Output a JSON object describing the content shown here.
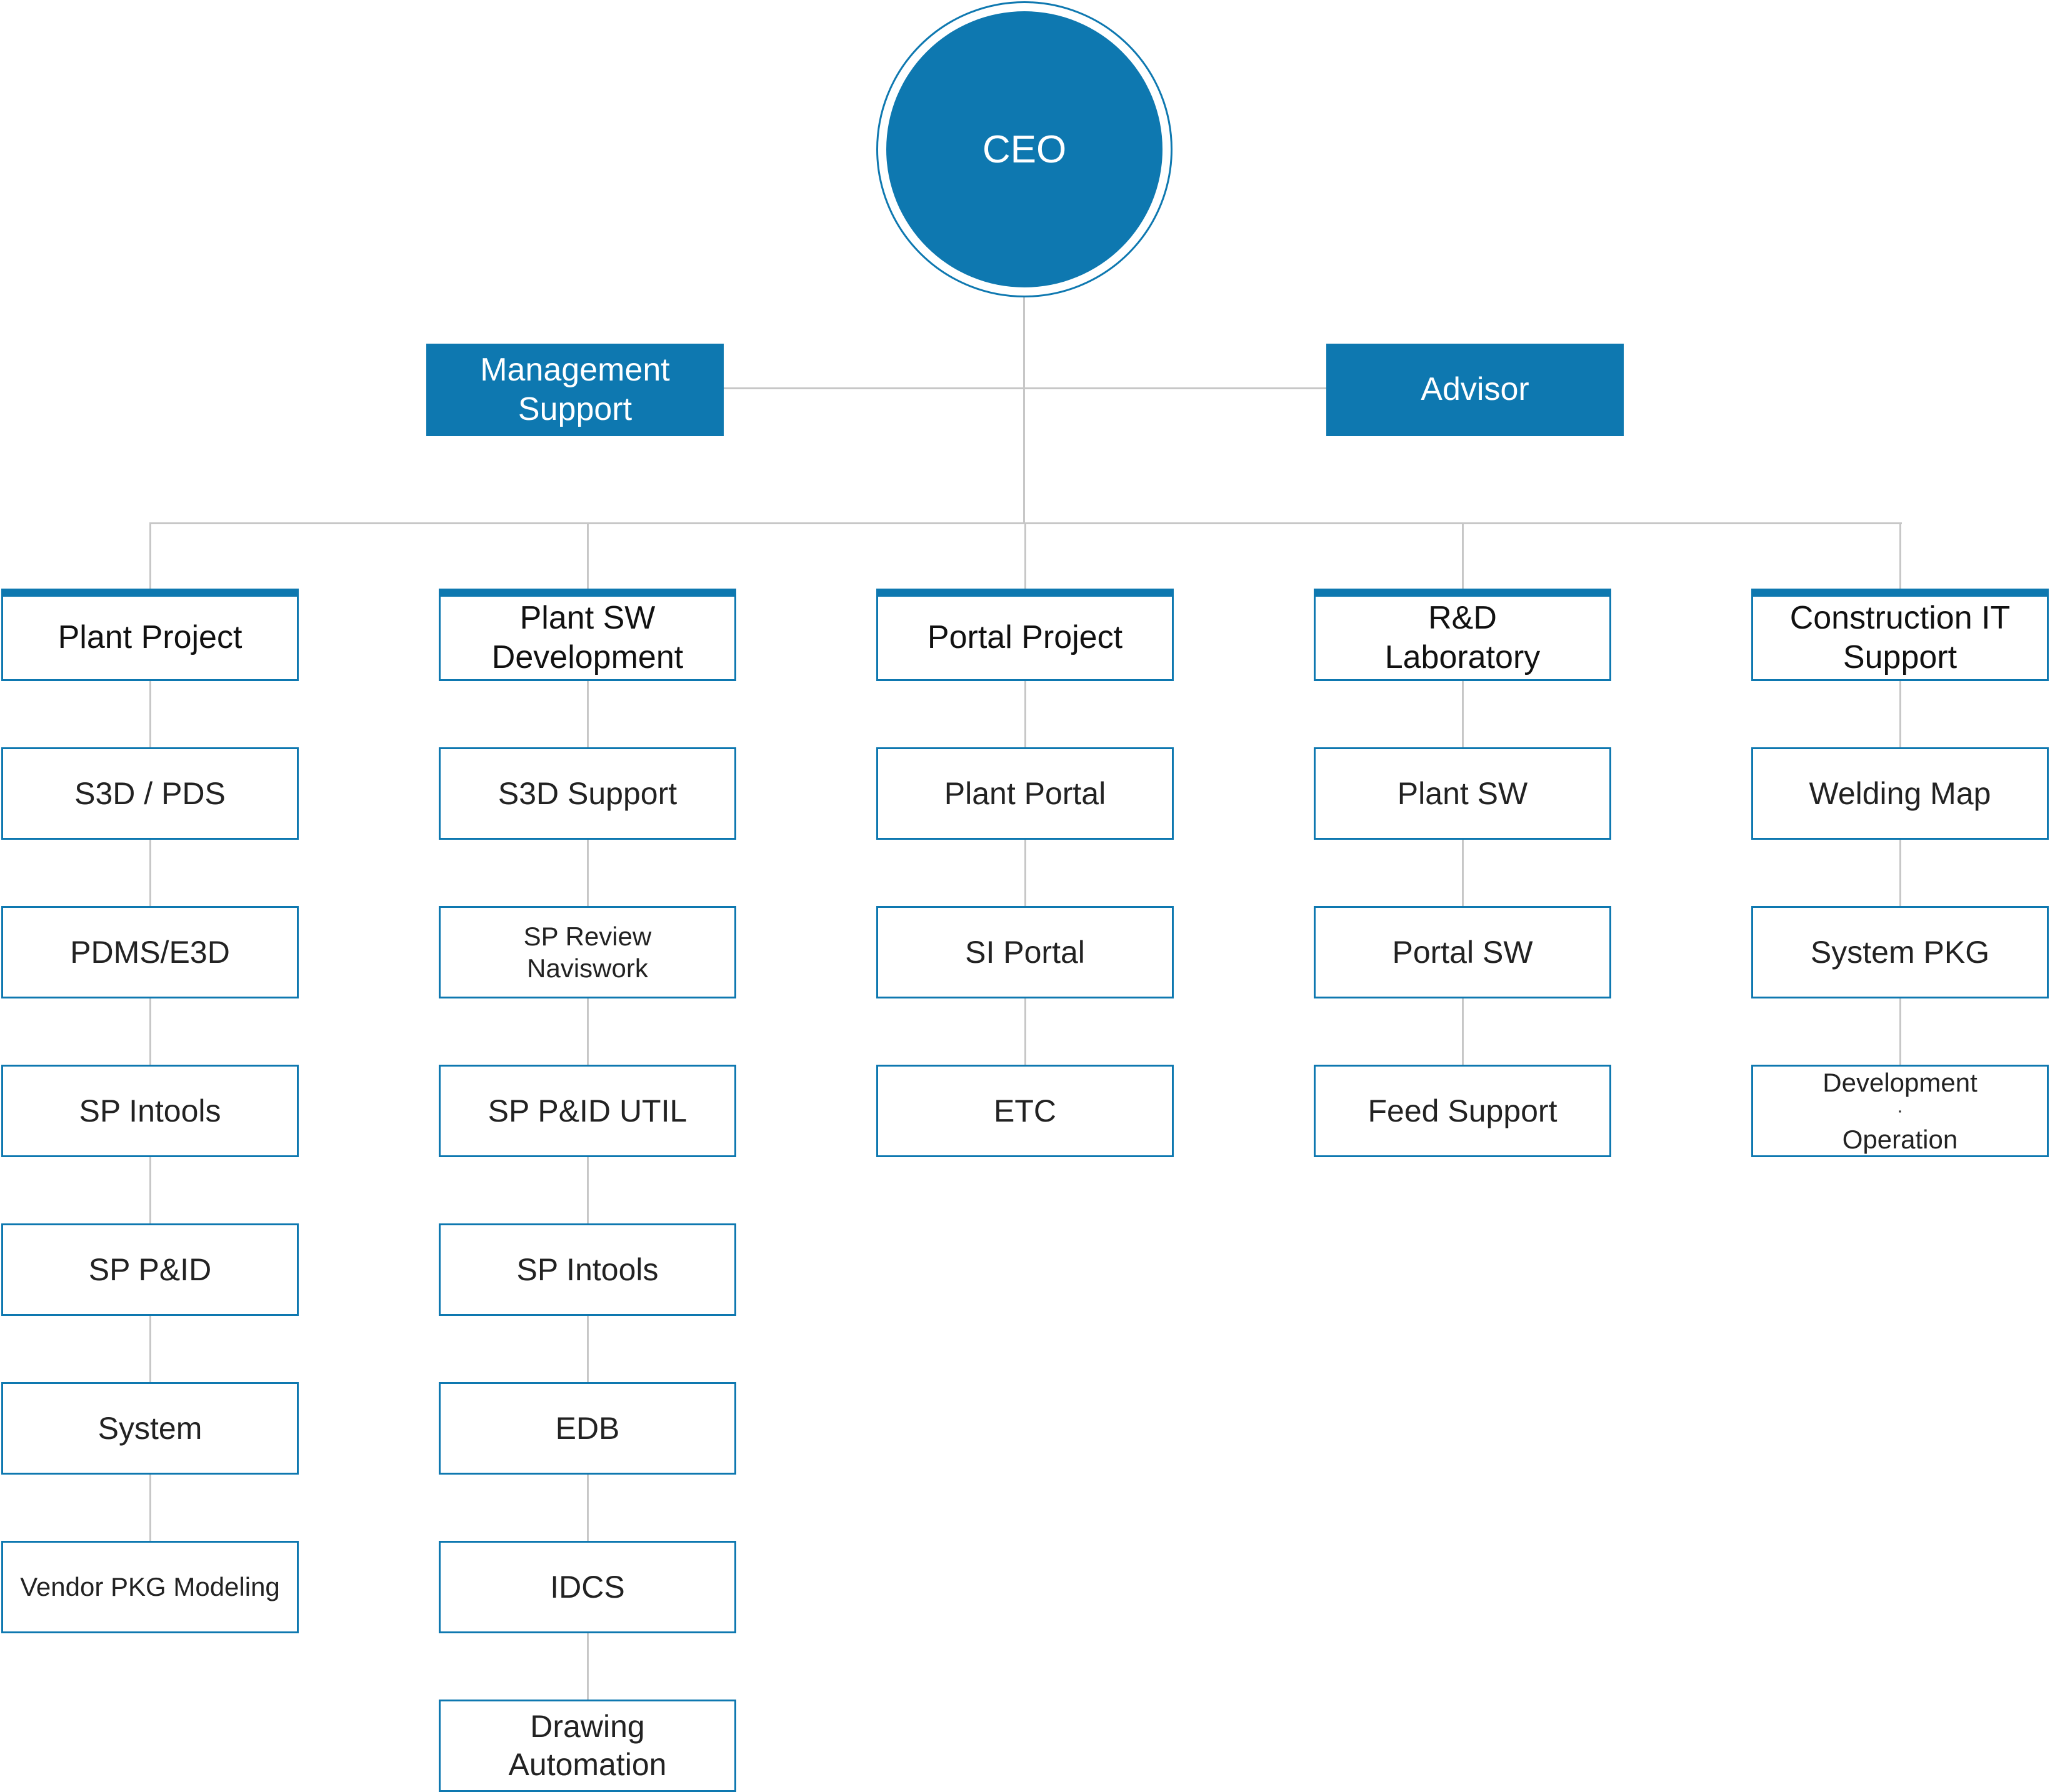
{
  "ceo": "CEO",
  "staff": {
    "left": [
      "Management",
      "Support"
    ],
    "right": [
      "Advisor"
    ]
  },
  "departments": [
    {
      "title": [
        "Plant Project"
      ],
      "teams": [
        [
          "S3D / PDS"
        ],
        [
          "PDMS/E3D"
        ],
        [
          "SP Intools"
        ],
        [
          "SP P&ID"
        ],
        [
          "System"
        ],
        [
          "Vendor PKG Modeling"
        ]
      ]
    },
    {
      "title": [
        "Plant SW",
        "Development"
      ],
      "teams": [
        [
          "S3D Support"
        ],
        [
          "SP Review",
          "Naviswork"
        ],
        [
          "SP P&ID UTIL"
        ],
        [
          "SP Intools"
        ],
        [
          "EDB"
        ],
        [
          "IDCS"
        ],
        [
          "Drawing",
          "Automation"
        ]
      ]
    },
    {
      "title": [
        "Portal Project"
      ],
      "teams": [
        [
          "Plant Portal"
        ],
        [
          "SI Portal"
        ],
        [
          "ETC"
        ]
      ]
    },
    {
      "title": [
        "R&D",
        "Laboratory"
      ],
      "teams": [
        [
          "Plant SW"
        ],
        [
          "Portal SW"
        ],
        [
          "Feed Support"
        ]
      ]
    },
    {
      "title": [
        "Construction IT",
        "Support"
      ],
      "teams": [
        [
          "Welding Map"
        ],
        [
          "System PKG"
        ],
        [
          "Development",
          "·",
          "Operation"
        ]
      ]
    }
  ],
  "colors": {
    "primary": "#0e78b0",
    "connector": "#c7c7c7"
  }
}
